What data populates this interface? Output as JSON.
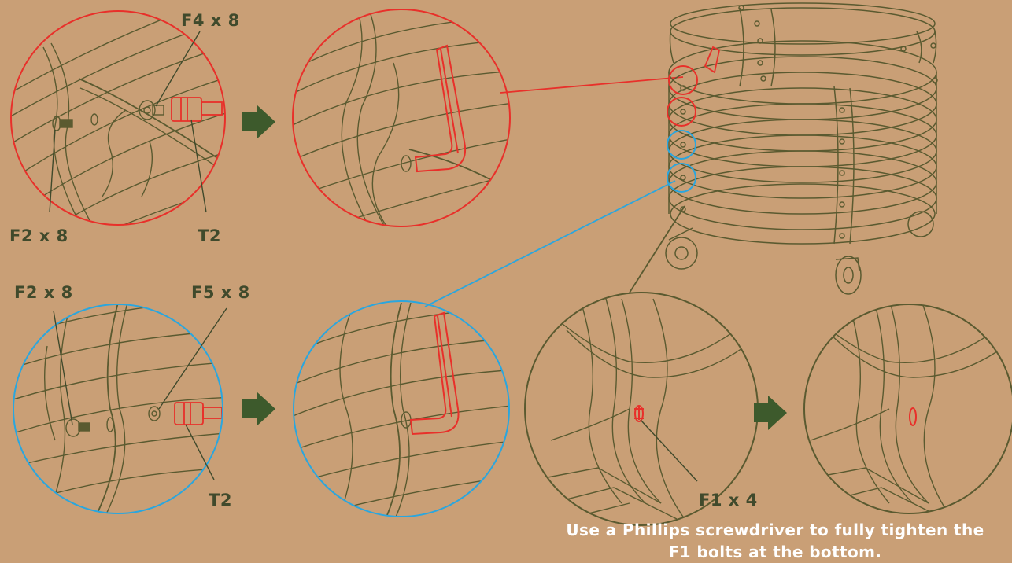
{
  "labels": {
    "f4_red": "F4 x 8",
    "f2_red": "F2 x 8",
    "t2_red": "T2",
    "f2_blue": "F2 x 8",
    "f5_blue": "F5 x 8",
    "t2_blue": "T2",
    "f1": "F1 x 4"
  },
  "caption": {
    "line1": "Use a Phillips screwdriver to fully tighten the",
    "line2": "F1 bolts at the bottom."
  },
  "colors": {
    "background": "#c99f76",
    "line_art": "#5a5a30",
    "highlight_red": "#e8302a",
    "highlight_blue": "#2aa6de",
    "arrow": "#3d5a2c",
    "text": "#404a2c",
    "caption_text": "#ffffff"
  },
  "icons": [
    "arrow-right-icon",
    "hex-key-icon",
    "bolt-icon",
    "nut-icon",
    "socket-icon"
  ]
}
